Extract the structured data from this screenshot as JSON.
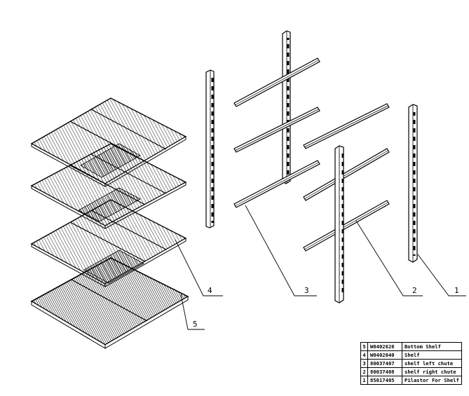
{
  "callouts": [
    {
      "id": "4",
      "label": "4"
    },
    {
      "id": "5",
      "label": "5"
    },
    {
      "id": "3",
      "label": "3"
    },
    {
      "id": "2",
      "label": "2"
    },
    {
      "id": "1",
      "label": "1"
    }
  ],
  "parts_list": [
    {
      "no": "5",
      "code": "W0402626",
      "name": "Bottom Shelf"
    },
    {
      "no": "4",
      "code": "W0402040",
      "name": "Shelf"
    },
    {
      "no": "3",
      "code": "80037407",
      "name": "shelf left chute"
    },
    {
      "no": "2",
      "code": "80037408",
      "name": "shelf right chute"
    },
    {
      "no": "1",
      "code": "85017405",
      "name": "Pilastor For Shelf"
    }
  ]
}
